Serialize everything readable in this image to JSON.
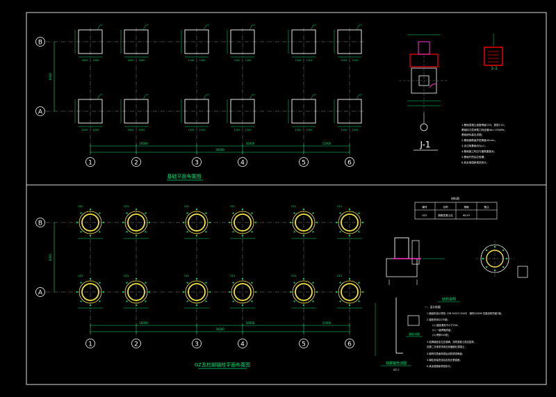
{
  "colors": {
    "background": "#000000",
    "frame": "#ffffff",
    "dim": "#00e676",
    "axis": "#ffffff",
    "accent_red": "#e00000",
    "accent_magenta": "#ff33cc",
    "accent_yellow": "#f5e642",
    "accent_cyan": "#00e5ff"
  },
  "grid": {
    "row_labels": [
      "B",
      "A"
    ],
    "column_labels": [
      "1",
      "2",
      "3",
      "4",
      "5",
      "6"
    ]
  },
  "top_plan": {
    "title": "基础平面布置图",
    "dim_rows": "6000",
    "footing_dims": [
      "1200",
      "1200"
    ],
    "span_dims": [
      "16000",
      "16000",
      "12000"
    ],
    "overall_dim": "36000"
  },
  "bottom_plan": {
    "title": "GZ及柱脚锚栓平面布置图",
    "dim_rows": "6000",
    "col_tags": [
      "GZ1",
      "GZ1",
      "GZ1",
      "GZ1",
      "GZ1",
      "GZ1"
    ],
    "span_dims": [
      "16000",
      "16000",
      "12000"
    ],
    "overall_dim": "36000"
  },
  "section": {
    "label": "J-1",
    "mark": "1-1"
  },
  "notes_top": {
    "lines": [
      "1.基础混凝土强度等级C30，垫层C15；",
      "  基础持力层承载力特征值fak=150kPa；",
      "  基础底标高见详图；",
      "2.基础钢筋保护层厚度40mm；",
      "3.未注明基础均为J-1；",
      "4.基础施工时应与建筑图核对；",
      "5.基础开挖后应验槽；",
      "6.其余按国家规范执行。"
    ]
  },
  "table": {
    "title": "材料表",
    "headers": [
      "编号",
      "名称",
      "规格",
      "备注"
    ],
    "row": [
      "GZ1",
      "钢管混凝土柱",
      "Φ219",
      ""
    ]
  },
  "notes_bottom": {
    "title": "结构说明",
    "heading": "一、设计依据",
    "lines": [
      "1.钢结构设计规范（GB 50017-2003） 钢材Q345B 抗震设防烈度7度；",
      "2.锚栓采用Q235钢；",
      "  (1) 锚栓埋深不小于25d；",
      "  (2) 一级焊缝质量；",
      "  (3) 焊条E43型；",
      "3.柱脚锚栓定位应准确，浇筑混凝土前应复核；",
      "  柱脚二次灌浆采用无收缩细石混凝土；",
      "4.钢构件表面除锈后涂防锈漆两道；",
      "5.钢柱安装完成后应校正垂直度；",
      "6.其余按国家规范执行。"
    ]
  },
  "anchor_detail": {
    "title": "柱脚锚栓详图",
    "sub": "GZ-1"
  },
  "small_detail": {
    "title": "锚栓详图"
  }
}
